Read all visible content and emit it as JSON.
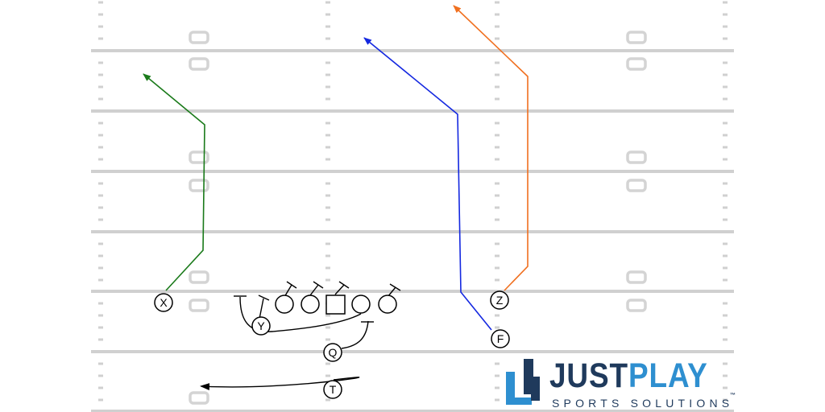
{
  "play": {
    "offense": {
      "skill_labels": {
        "x": "X",
        "y": "Y",
        "z": "Z",
        "f": "F",
        "q": "Q",
        "t": "T"
      },
      "lineman_count": 5,
      "center_symbol": "square"
    },
    "routes": [
      {
        "player": "X",
        "color": "#1a7a1a",
        "end": "arrow"
      },
      {
        "player": "F",
        "color": "#1428e0",
        "end": "arrow"
      },
      {
        "player": "Z",
        "color": "#f07020",
        "end": "arrow"
      },
      {
        "player": "T",
        "color": "#000000",
        "end": "arrow"
      }
    ],
    "blocks": {
      "color": "#000000",
      "style": "T-bar"
    }
  },
  "colors": {
    "yard_line": "#d0d0d0",
    "hash": "#d0d0d0",
    "player_stroke": "#000000"
  },
  "logo": {
    "word_just": "JUST",
    "word_play": "PLAY",
    "tagline": "SPORTS SOLUTIONS",
    "trademark": "™",
    "dark_color": "#1f3a5c",
    "accent_color": "#2e8fd0"
  }
}
